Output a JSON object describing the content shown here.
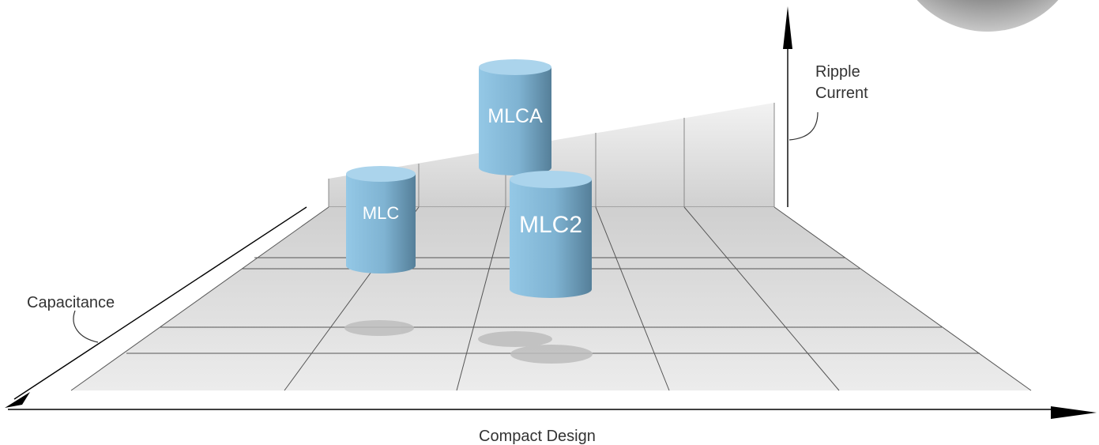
{
  "labels": {
    "ripple_line1": "Ripple",
    "ripple_line2": "Current",
    "capacitance": "Capacitance",
    "compact_design": "Compact Design"
  },
  "cylinders": [
    {
      "id": "mlc",
      "label": "MLC"
    },
    {
      "id": "mlca",
      "label": "MLCA"
    },
    {
      "id": "mlc2",
      "label": "MLC2"
    }
  ],
  "colors": {
    "cylinder_top": "#a9d2ea",
    "cylinder_body_light": "#8ec3e2",
    "cylinder_body_dark": "#5a8aa6",
    "floor": "#e6e6e6",
    "wall": "#d9d9d9",
    "shadow": "#bfbfbf",
    "axis": "#000000"
  }
}
